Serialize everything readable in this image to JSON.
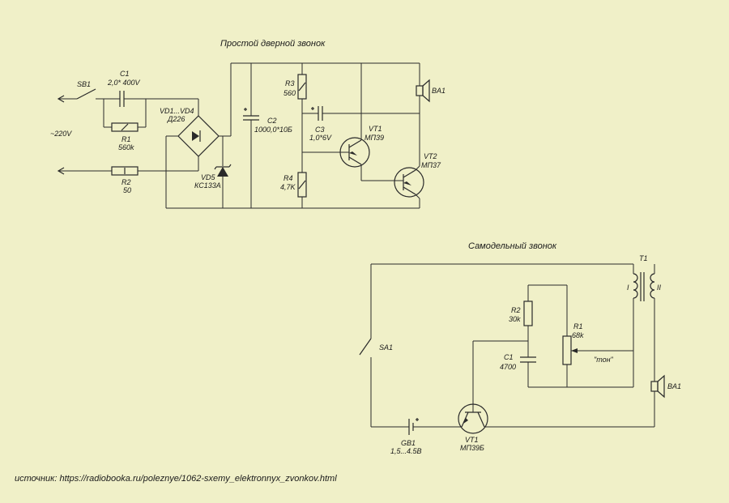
{
  "circuit1": {
    "title": "Простой дверной звонок",
    "sb1": "SB1",
    "mains": "~220V",
    "c1_name": "C1",
    "c1_value": "2,0* 400V",
    "r1_name": "R1",
    "r1_value": "560k",
    "r2_name": "R2",
    "r2_value": "50",
    "vd_name": "VD1...VD4",
    "vd_type": "Д226",
    "vd5_name": "VD5",
    "vd5_type": "КС133А",
    "c2_name": "C2",
    "c2_value": "1000,0*10Б",
    "r3_name": "R3",
    "r3_value": "560",
    "c3_name": "C3",
    "c3_value": "1,0*6V",
    "r4_name": "R4",
    "r4_value": "4,7K",
    "vt1_name": "VT1",
    "vt1_type": "МП39",
    "vt2_name": "VT2",
    "vt2_type": "МП37",
    "ba1": "BA1"
  },
  "circuit2": {
    "title": "Самодельный звонок",
    "t1": "T1",
    "winding1": "I",
    "winding2": "II",
    "r2_name": "R2",
    "r2_value": "30k",
    "r1_name": "R1",
    "r1_value": "68k",
    "c1_name": "C1",
    "c1_value": "4700",
    "tone": "\"тон\"",
    "sa1": "SA1",
    "ba1": "BA1",
    "gb1_name": "GB1",
    "gb1_value": "1,5...4.5В",
    "vt1_name": "VT1",
    "vt1_type": "МП39Б"
  },
  "source": "источник:  https://radiobooka.ru/poleznye/1062-sxemy_elektronnyx_zvonkov.html"
}
